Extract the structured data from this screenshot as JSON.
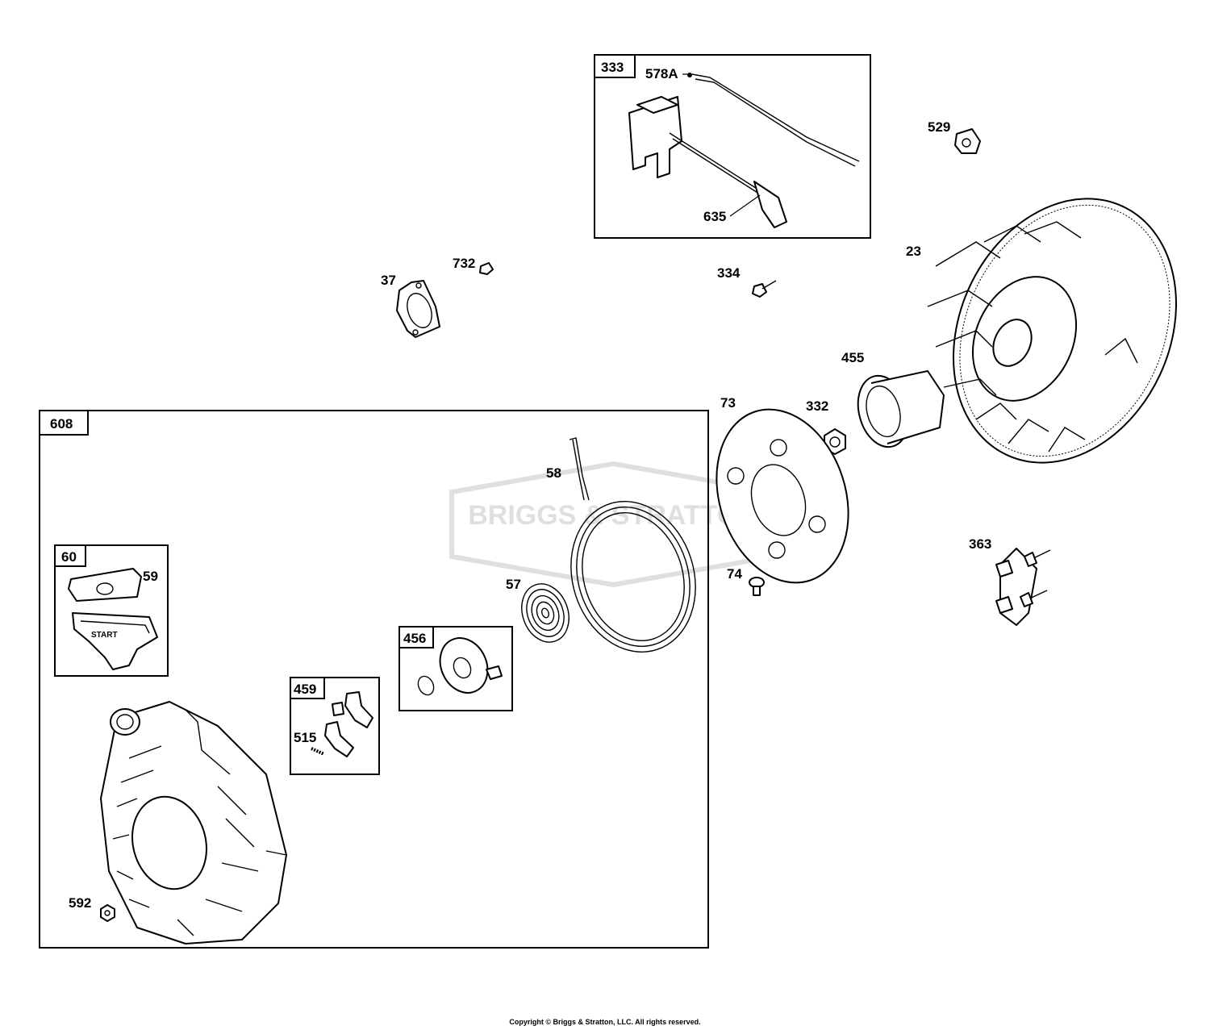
{
  "watermark": {
    "text": "BRIGGS & STRATTON"
  },
  "copyright": "Copyright © Briggs & Stratton, LLC. All rights reserved.",
  "boxes": {
    "b333": "333",
    "b608": "608",
    "b60": "60",
    "b459": "459",
    "b456": "456"
  },
  "callouts": {
    "c578A": "578A",
    "c635": "635",
    "c529": "529",
    "c23": "23",
    "c334": "334",
    "c732": "732",
    "c37": "37",
    "c455": "455",
    "c73": "73",
    "c332": "332",
    "c58": "58",
    "c57": "57",
    "c74": "74",
    "c363": "363",
    "c59": "59",
    "c515": "515",
    "c592": "592"
  },
  "handle_text": "START"
}
